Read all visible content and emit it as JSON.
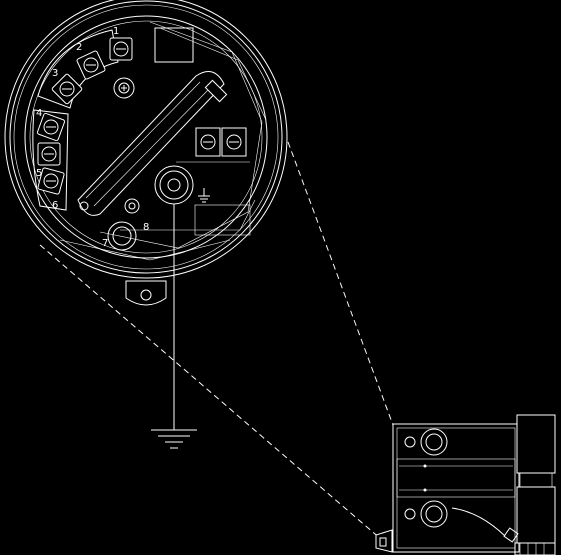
{
  "diagram": {
    "kind": "technical line drawing",
    "colors": {
      "background": "#000000",
      "line": "#ffffff"
    },
    "terminal_labels": [
      "1",
      "2",
      "3",
      "4",
      "5",
      "6"
    ],
    "callouts": [
      "7",
      "8"
    ]
  }
}
